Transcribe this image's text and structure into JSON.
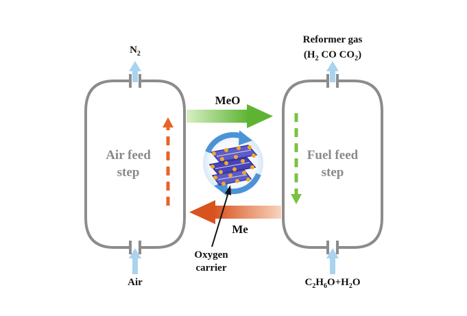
{
  "left_reactor": {
    "label_line1": "Air feed",
    "label_line2": "step",
    "outlet_label": "N",
    "outlet_sub": "2",
    "inlet_label": "Air"
  },
  "right_reactor": {
    "label_line1": "Fuel feed",
    "label_line2": "step",
    "outlet_title": "Reformer gas",
    "outlet_formula": {
      "open": "(H",
      "sub1": "2",
      "mid": " CO CO",
      "sub2": "2",
      "close": ")"
    },
    "inlet_formula": {
      "a": "C",
      "sub1": "2",
      "b": "H",
      "sub2": "6",
      "c": "O+H",
      "sub3": "2",
      "d": "O"
    }
  },
  "transfer_arrows": {
    "to_fuel": "MeO",
    "to_air": "Me"
  },
  "oxygen_carrier": {
    "line1": "Oxygen",
    "line2": "carrier"
  },
  "colors": {
    "vessel_stroke": "#8c8c8c",
    "green_arrow": "#5eb432",
    "orange_arrow": "#e2622c",
    "light_blue": "#a9d3ef",
    "cycle_blue": "#4b93d6"
  }
}
